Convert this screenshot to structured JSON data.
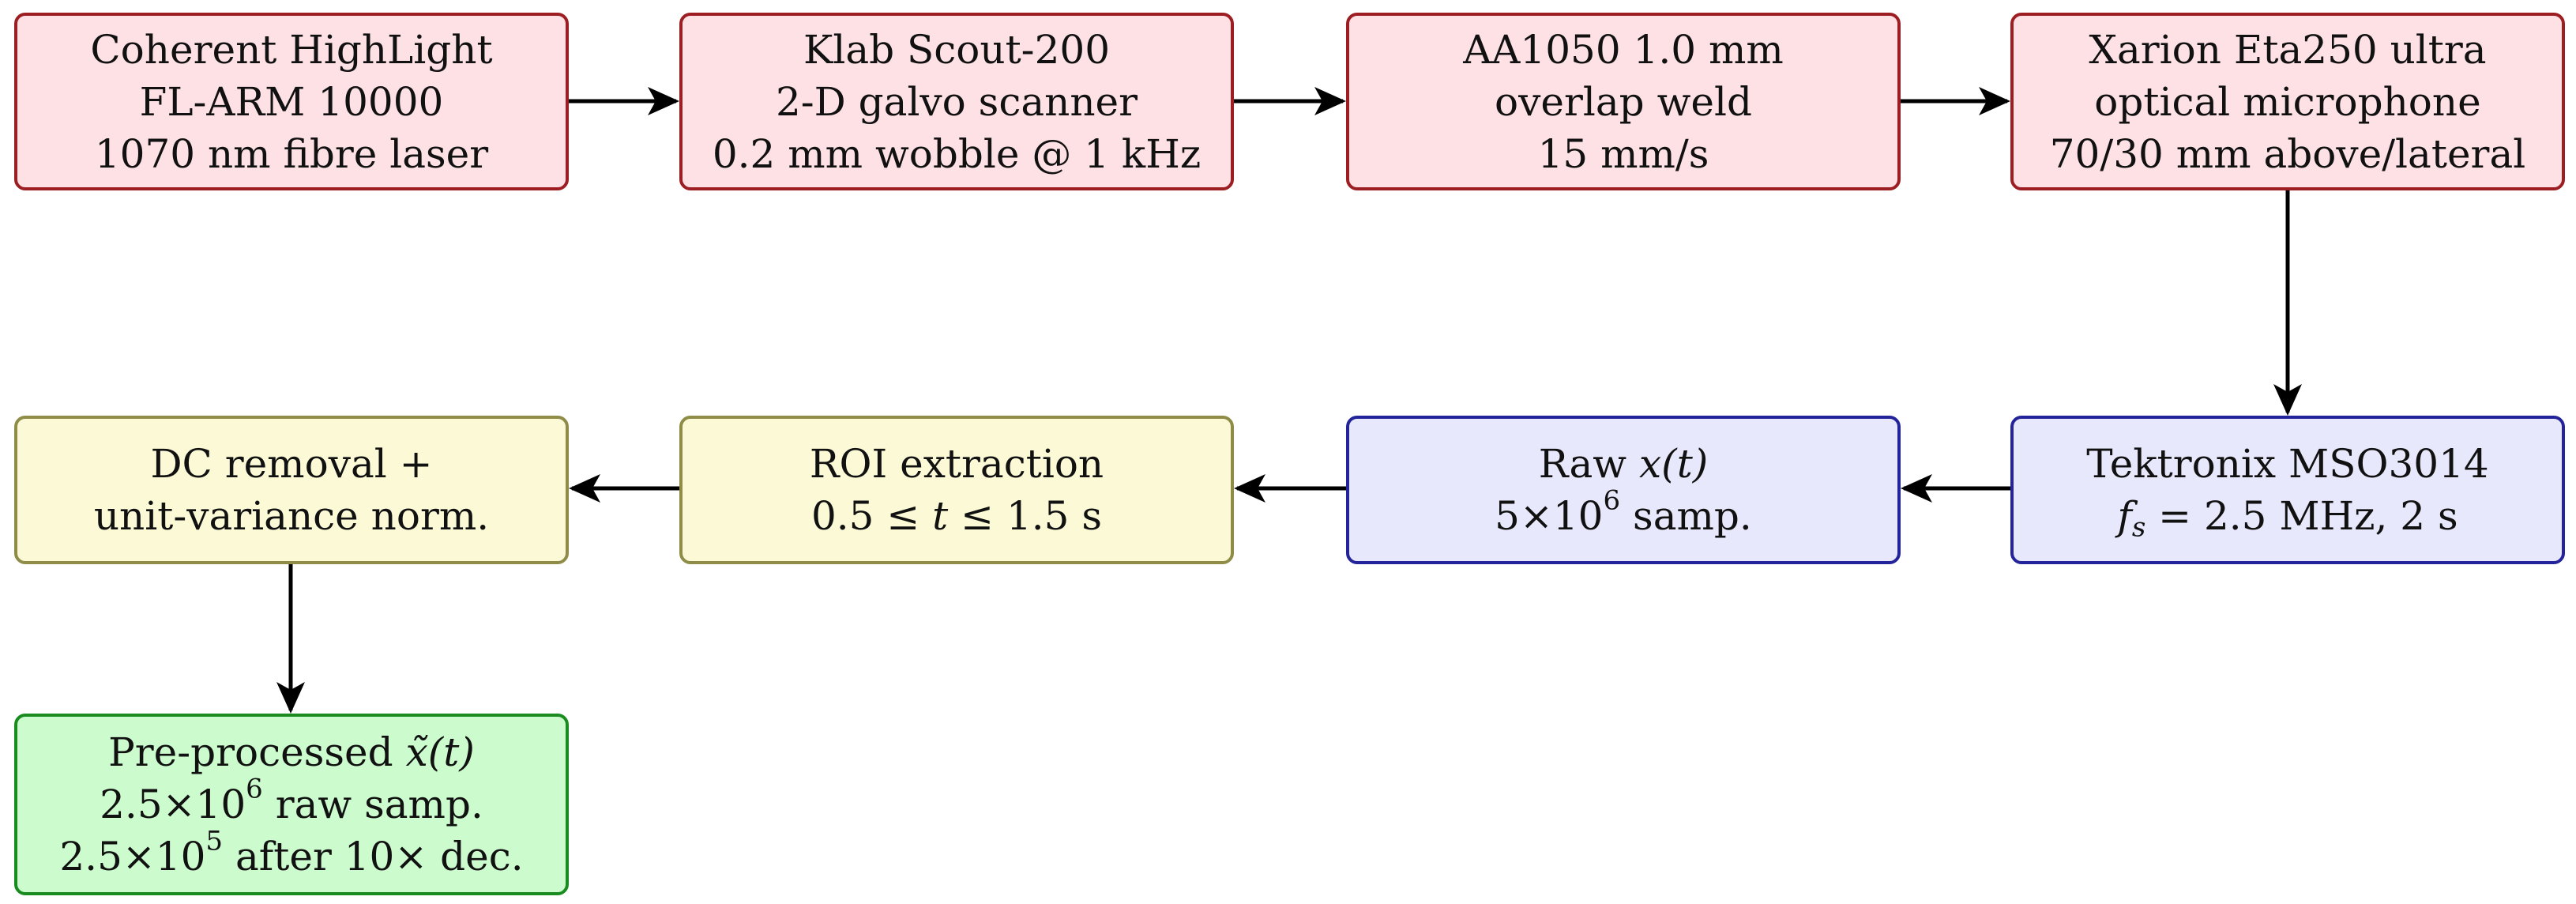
{
  "colors": {
    "source_fill": "#fde1e5",
    "source_border": "#9c1d22",
    "acquisition_fill": "#e7e8fb",
    "acquisition_border": "#23239a",
    "processing_fill": "#fbf9d6",
    "processing_border": "#8e8c46",
    "output_fill": "#ccfbcd",
    "output_border": "#198c1f",
    "arrow": "#000000"
  },
  "nodes": {
    "laser": {
      "line1": "Coherent HighLight",
      "line2": "FL-ARM 10000",
      "line3": "1070 nm fibre laser"
    },
    "scanner": {
      "line1": "Klab Scout-200",
      "line2": "2-D galvo scanner",
      "line3": "0.2 mm wobble @ 1 kHz"
    },
    "weld": {
      "line1": "AA1050 1.0 mm",
      "line2": "overlap weld",
      "line3": "15 mm/s"
    },
    "microphone": {
      "line1": "Xarion Eta250 ultra",
      "line2": "optical microphone",
      "line3": "70/30 mm above/lateral"
    },
    "oscilloscope": {
      "line1": "Tektronix MSO3014",
      "line2_symbol": "f",
      "line2_subscript": "s",
      "line2_rest": " = 2.5 MHz, 2 s"
    },
    "raw_signal": {
      "line1_text": "Raw ",
      "line1_math": "x(t)",
      "line2_base": "5×10",
      "line2_exp": "6",
      "line2_rest": " samp."
    },
    "roi": {
      "line1": "ROI extraction",
      "line2_a": "0.5 ≤ ",
      "line2_var": "t",
      "line2_b": " ≤ 1.5 s"
    },
    "normalization": {
      "line1": "DC removal +",
      "line2": "unit-variance norm."
    },
    "preprocessed": {
      "line1_text": "Pre-processed ",
      "line1_math": "x̃(t)",
      "line2_base": "2.5×10",
      "line2_exp": "6",
      "line2_rest": " raw samp.",
      "line3_base": "2.5×10",
      "line3_exp": "5",
      "line3_rest": " after 10× dec."
    }
  }
}
